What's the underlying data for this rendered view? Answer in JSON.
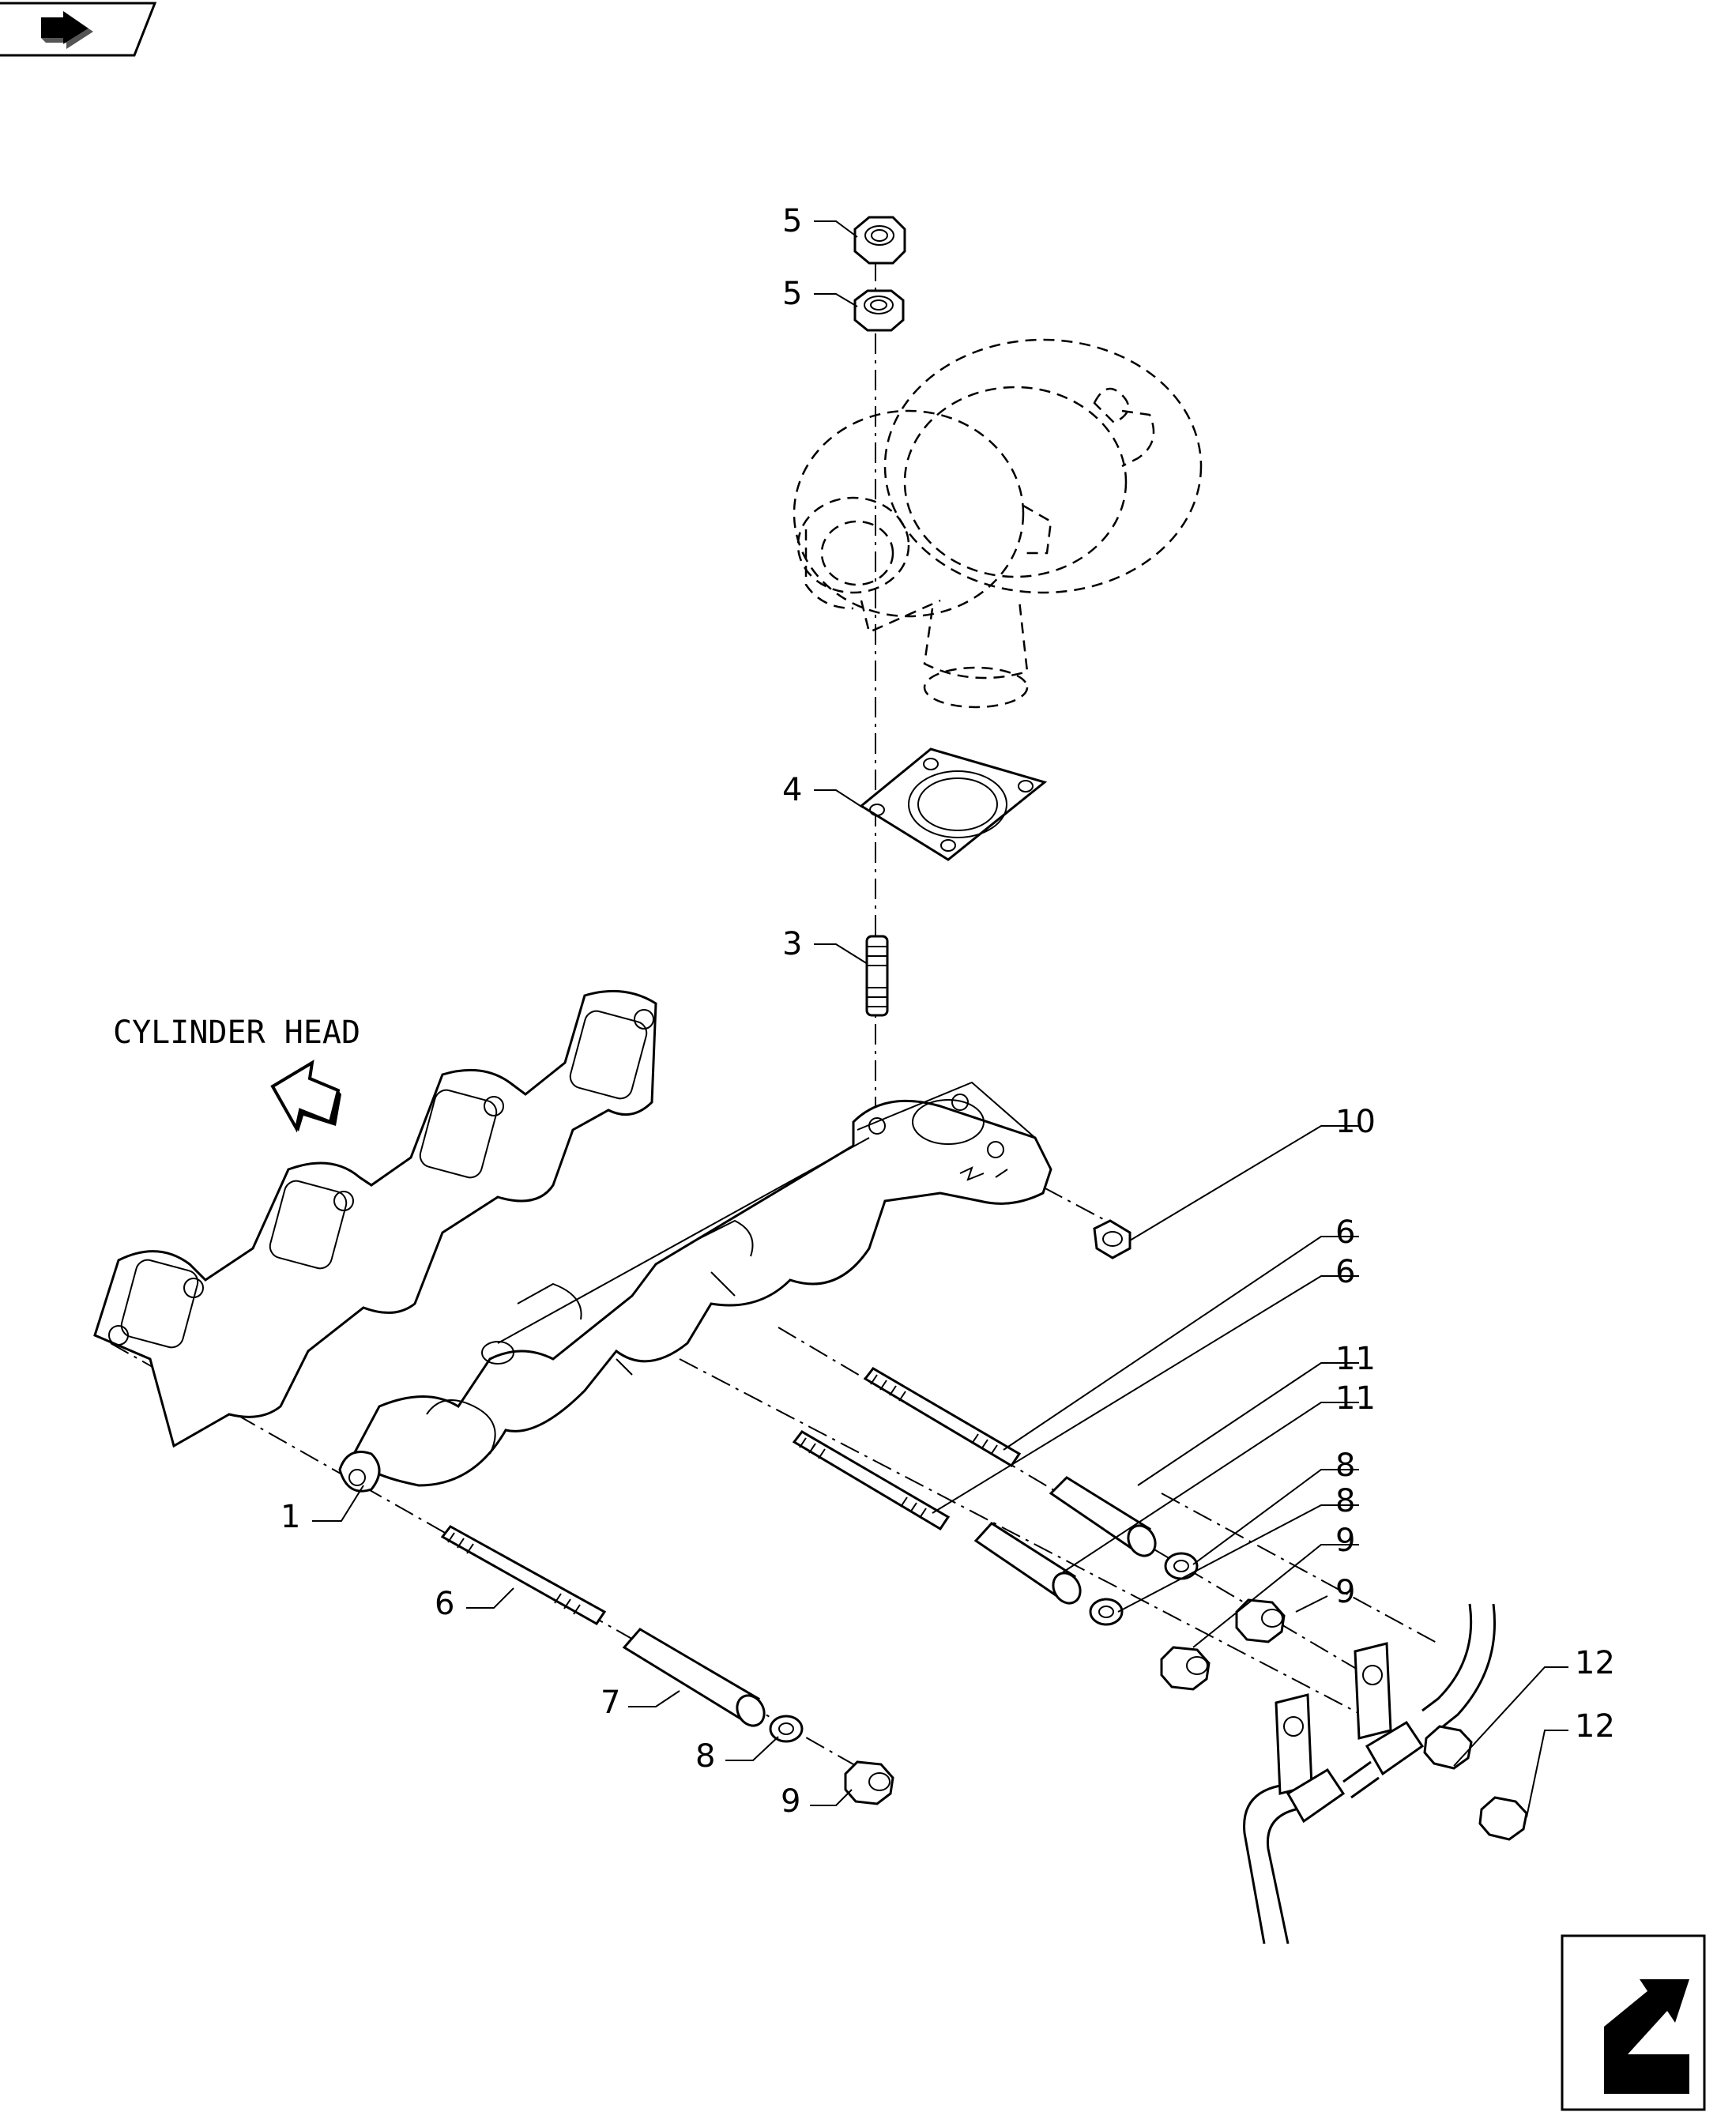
{
  "diagram": {
    "direction_label": "CYLINDER HEAD",
    "callouts": [
      {
        "id": "c5a",
        "label": "5"
      },
      {
        "id": "c5b",
        "label": "5"
      },
      {
        "id": "c4",
        "label": "4"
      },
      {
        "id": "c3",
        "label": "3"
      },
      {
        "id": "c10",
        "label": "10"
      },
      {
        "id": "c6a",
        "label": "6"
      },
      {
        "id": "c6b",
        "label": "6"
      },
      {
        "id": "c11a",
        "label": "11"
      },
      {
        "id": "c11b",
        "label": "11"
      },
      {
        "id": "c8a",
        "label": "8"
      },
      {
        "id": "c8b",
        "label": "8"
      },
      {
        "id": "c9a",
        "label": "9"
      },
      {
        "id": "c9b",
        "label": "9"
      },
      {
        "id": "c12a",
        "label": "12"
      },
      {
        "id": "c12b",
        "label": "12"
      },
      {
        "id": "c1",
        "label": "1"
      },
      {
        "id": "c6c",
        "label": "6"
      },
      {
        "id": "c7",
        "label": "7"
      },
      {
        "id": "c8c",
        "label": "8"
      },
      {
        "id": "c9c",
        "label": "9"
      }
    ]
  }
}
